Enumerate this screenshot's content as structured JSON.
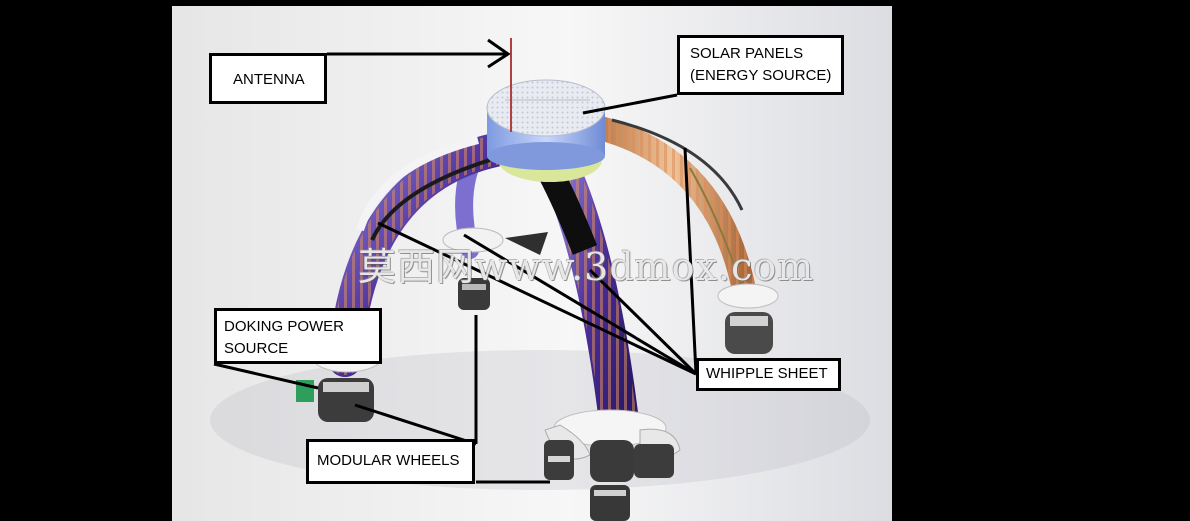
{
  "labels": {
    "antenna": "ANTENNA",
    "solar_line1": "SOLAR PANELS",
    "solar_line2": "(ENERGY SOURCE)",
    "docking_line1": "DOKING POWER",
    "docking_line2": "SOURCE",
    "whipple": "WHIPPLE SHEET",
    "wheels": "MODULAR WHEELS"
  },
  "watermark": "莫西网www.3dmox.com",
  "colors": {
    "background": "#000000",
    "render_bg": "#ececec",
    "arch_purple": "#5b3fa6",
    "arch_orange": "#d79a6a",
    "hub_blue": "#9fb9f2",
    "solar_panel": "#e8eaf2",
    "wheel_grey": "#3c3c3c",
    "dock_green": "#2e9f5a"
  }
}
